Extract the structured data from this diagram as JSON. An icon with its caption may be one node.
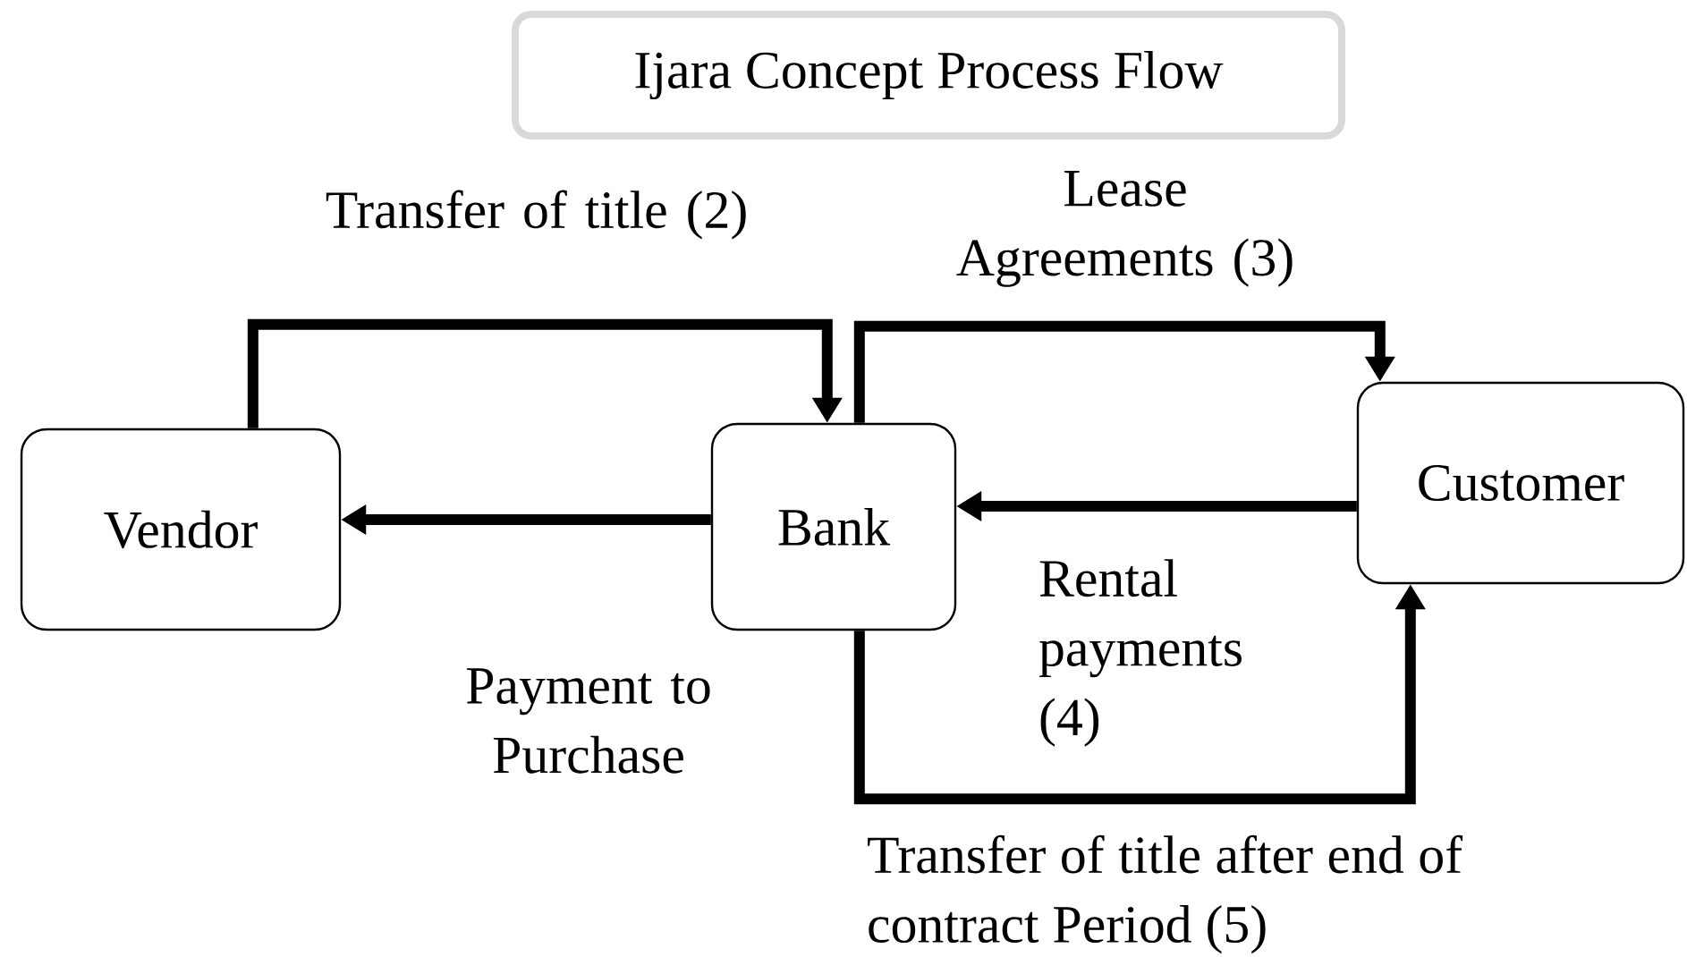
{
  "diagram": {
    "title": "Ijara Concept Process Flow",
    "nodes": [
      {
        "text": [
          "Vendor"
        ]
      },
      {
        "text": [
          "Bank"
        ]
      },
      {
        "text": [
          "Customer"
        ]
      }
    ],
    "edges": [
      {
        "from": 0,
        "to": 1,
        "arrow": "to",
        "label": "Transfer of title (2)"
      },
      {
        "from": 1,
        "to": 2,
        "arrow": "to",
        "label": "Lease Agreements (3)"
      },
      {
        "from": 2,
        "to": 1,
        "arrow": "to",
        "label": "Rental payments (4)"
      },
      {
        "from": 1,
        "to": 0,
        "arrow": "to",
        "label": "Payment to Purchase"
      },
      {
        "from": 1,
        "to": 2,
        "arrow": "to",
        "label": "Transfer of title after end of contract Period (5)"
      }
    ]
  }
}
